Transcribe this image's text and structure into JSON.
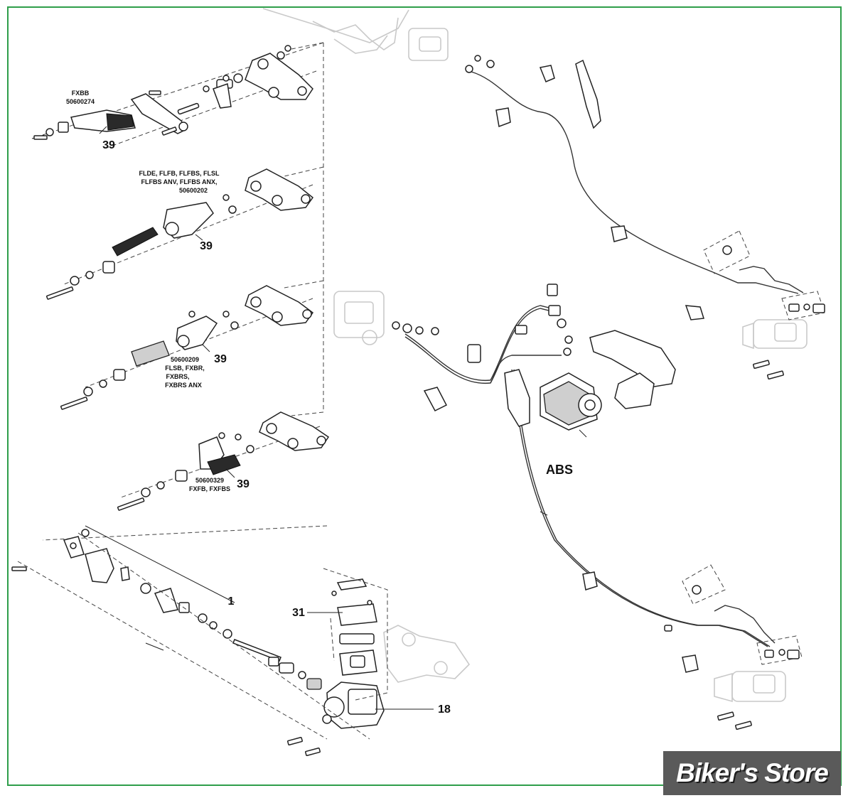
{
  "labels": {
    "fxbb": "FXBB\n50600274",
    "flde": "FLDE, FLFB, FLFBS, FLSL\nFLFBS ANV, FLFBS ANX,\n50600202",
    "flsb": "50600209\nFLSB, FXBR,\nFXBRS,\nFXBRS ANX",
    "fxfb": "50600329\nFXFB, FXFBS",
    "abs": "ABS"
  },
  "callouts": {
    "c39a": "39",
    "c39b": "39",
    "c39c": "39",
    "c39d": "39",
    "c1": "1",
    "c31": "31",
    "c18": "18"
  },
  "watermark": "Biker's Store",
  "colors": {
    "frame": "#2e9e4a",
    "logo_bg": "#5a5a5a",
    "line": "#222222"
  }
}
